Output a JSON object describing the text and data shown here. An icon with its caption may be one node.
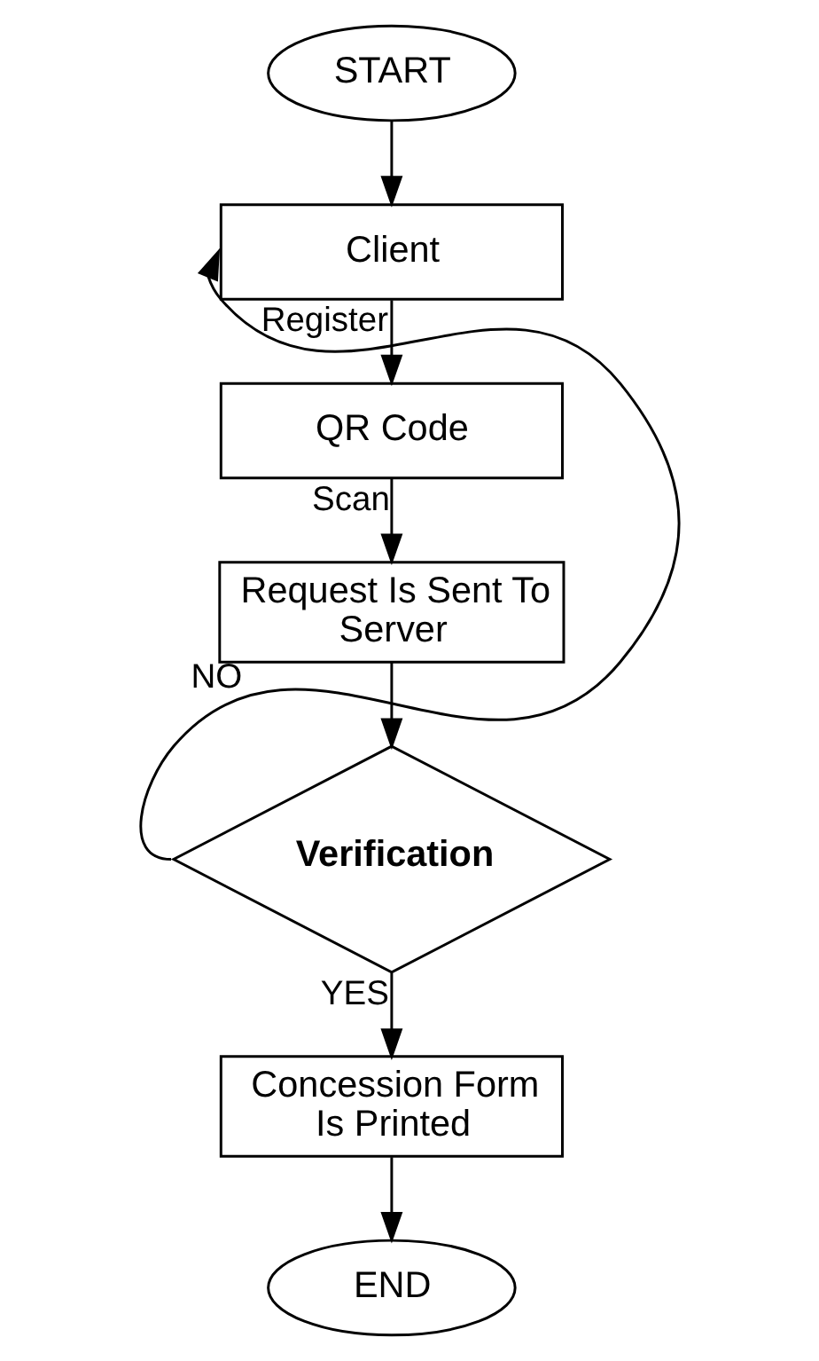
{
  "diagram": {
    "nodes": [
      {
        "text": [
          "START"
        ]
      },
      {
        "text": [
          "Client"
        ]
      },
      {
        "text": [
          "QR Code"
        ]
      },
      {
        "text": [
          "Request Is Sent To Server"
        ]
      },
      {
        "text": [
          "Verification"
        ]
      },
      {
        "text": [
          "Concession Form Is Printed"
        ]
      },
      {
        "text": [
          "END"
        ]
      }
    ],
    "edges": [
      {
        "from": 0,
        "to": 1,
        "arrow": "to"
      },
      {
        "from": 1,
        "to": 2,
        "arrow": "to",
        "label": "Register"
      },
      {
        "from": 2,
        "to": 3,
        "arrow": "to",
        "label": "Scan"
      },
      {
        "from": 3,
        "to": 4,
        "arrow": "to"
      },
      {
        "from": 4,
        "to": 1,
        "arrow": "to",
        "label": "NO"
      },
      {
        "from": 4,
        "to": 5,
        "arrow": "to",
        "label": "YES"
      },
      {
        "from": 5,
        "to": 6,
        "arrow": "to"
      }
    ]
  }
}
